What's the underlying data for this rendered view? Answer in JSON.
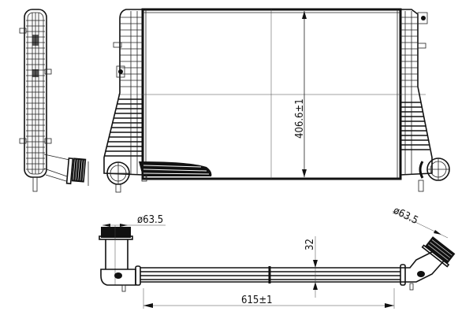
{
  "drawing": {
    "subject": "Intercooler technical drawing",
    "views": [
      "side-view",
      "front-view",
      "top-view"
    ],
    "dimensions": {
      "core_height": "406.6±1",
      "overall_length": "615±1",
      "core_thickness": "32",
      "inlet_diameter_left": "ø63.5",
      "inlet_diameter_right": "ø63.5"
    },
    "colors": {
      "line": "#111111",
      "background": "#ffffff"
    }
  }
}
